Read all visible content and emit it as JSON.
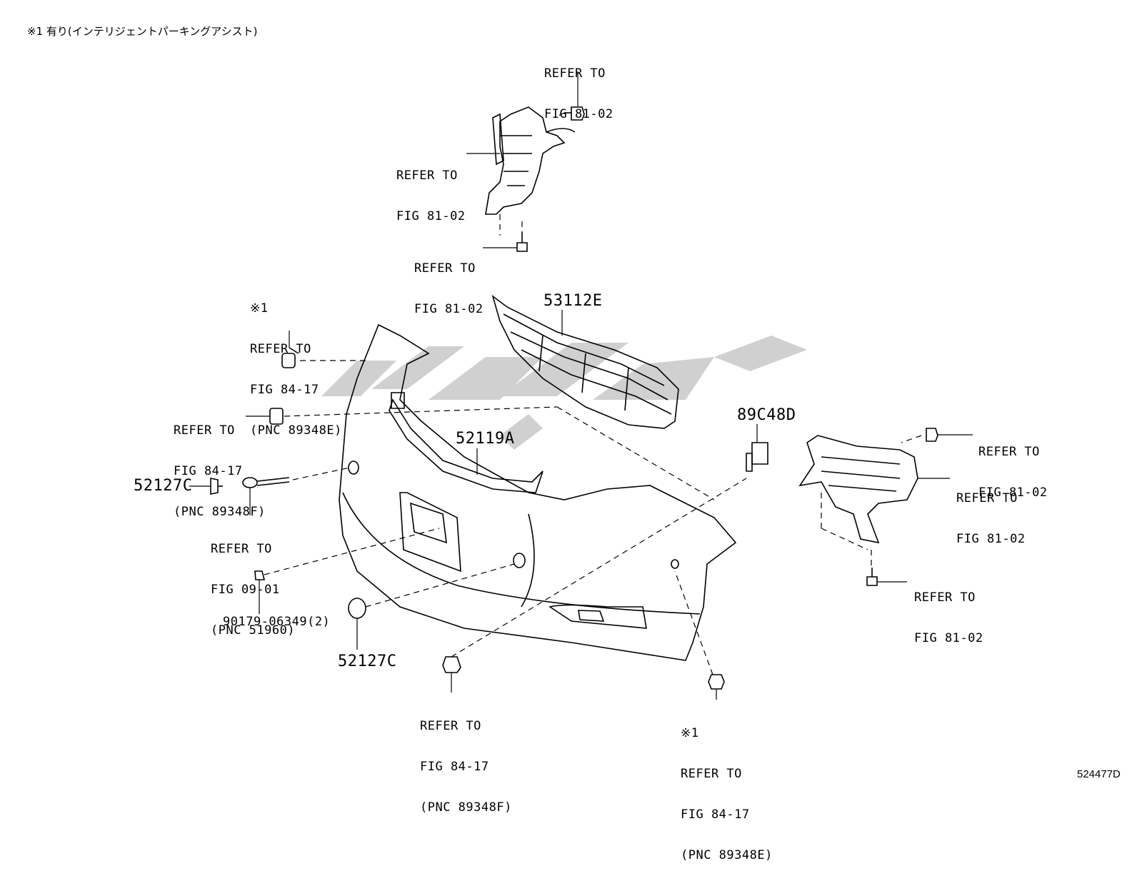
{
  "header_note": "※1 有り(インテリジェントパーキングアシスト)",
  "diagram_code": "524477D",
  "callouts": {
    "top_right_screw": [
      "REFER TO",
      "FIG 81-02"
    ],
    "top_left_bracket": [
      "REFER TO",
      "FIG 81-02"
    ],
    "top_bottom_bolt": [
      "REFER TO",
      "FIG 81-02"
    ],
    "sensor_upper_left": [
      "※1",
      "REFER TO",
      "FIG 84-17",
      "(PNC 89348E)"
    ],
    "retainer_left": [
      "REFER TO",
      "FIG 84-17",
      "(PNC 89348F)"
    ],
    "tow_hook": [
      "REFER TO",
      "FIG 09-01",
      "(PNC 51960)"
    ],
    "retainer_bottom": [
      "REFER TO",
      "FIG 84-17",
      "(PNC 89348F)"
    ],
    "sensor_bottom_right": [
      "※1",
      "REFER TO",
      "FIG 84-17",
      "(PNC 89348E)"
    ],
    "right_screw": [
      "REFER TO",
      "FIG 81-02"
    ],
    "right_bracket": [
      "REFER TO",
      "FIG 81-02"
    ],
    "right_bolt": [
      "REFER TO",
      "FIG 81-02"
    ]
  },
  "part_numbers": {
    "grille": "53112E",
    "retainer": "52119A",
    "cover_left": "52127C",
    "cover_bottom": "52127C",
    "clip": "89C48D",
    "screw": "90179-06349(2)"
  }
}
